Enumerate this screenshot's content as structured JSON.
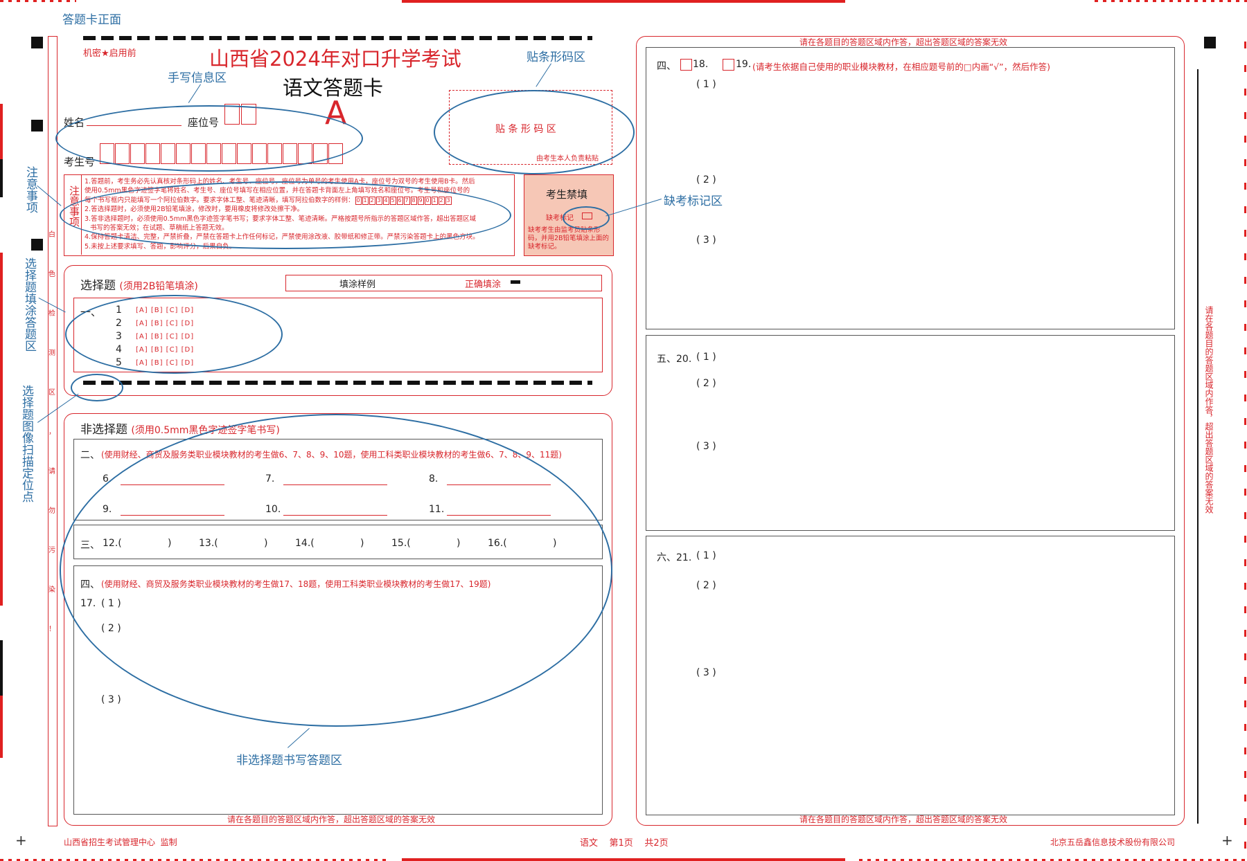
{
  "labels": {
    "front": "答题卡正面",
    "secret": "机密★启用前",
    "exam_title": "山西省2024年对口升学考试",
    "card_title": "语文答题卡",
    "card_type": "A",
    "name": "姓名",
    "seat": "座位号",
    "exam_no": "考生号",
    "barcode": "贴 条 形 码 区",
    "barcode_note": "由考生本人负责粘贴",
    "strip_chars": [
      "白",
      "色",
      "检",
      "测",
      "区",
      "，",
      "请",
      "勿",
      "污",
      "染",
      "！"
    ],
    "right_margin": "请在各题目的答题区域内作答，超出答题区域的答案无效"
  },
  "annotations": {
    "handwrite": "手写信息区",
    "barcode": "贴条形码区",
    "notice": "注意事项",
    "absent": "缺考标记区",
    "choice_area": "选择题填涂答题区",
    "locator": "选择题图像扫描定位点",
    "write_area": "非选择题书写答题区"
  },
  "notice": {
    "label": "注意事项",
    "lines": [
      "1.答题前，考生务必先认真核对条形码上的姓名、考生号、座位号，座位号为单号的考生使用A卡，座位号为双号的考生使用B卡。然后",
      "使用0.5mm黑色字迹签字笔将姓名、考生号、座位号填写在相应位置，并在答题卡背面左上角填写姓名和座位号。考生号和座位号的",
      "每个书写框内只能填写一个阿拉伯数字。要求字体工整、笔迹清晰，填写阿拉伯数字的样例：",
      "2.答选择题时，必须使用2B铅笔填涂，修改时，要用橡皮将修改处擦干净。",
      "3.答非选择题时，必须使用0.5mm黑色字迹签字笔书写；要求字体工整、笔迹清晰。严格按题号所指示的答题区域作答，超出答题区域",
      "书写的答案无效；在试题、草稿纸上答题无效。",
      "4.保持答题卡清洁、完整，严禁折叠，严禁在答题卡上作任何标记，严禁使用涂改液、胶带纸和修正带。严禁污染答题卡上的黑色方块。",
      "5.未按上述要求填写、答题，影响评分，后果自负。"
    ],
    "digits": [
      "0",
      "1",
      "2",
      "3",
      "4",
      "5",
      "6",
      "7",
      "8",
      "9",
      "0",
      "1",
      "2",
      "3"
    ]
  },
  "absent": {
    "title": "考生禁填",
    "mark": "缺考标记",
    "note": "缺考考生由监考员贴条形码，并用2B铅笔填涂上面的缺考标记。"
  },
  "choice": {
    "title": "选择题",
    "instruction": "(须用2B铅笔填涂)",
    "sample_label": "填涂样例",
    "correct_label": "正确填涂",
    "section": "一、",
    "options": "[A] [B] [C] [D]",
    "numbers": [
      "1",
      "2",
      "3",
      "4",
      "5"
    ]
  },
  "nonchoice": {
    "title": "非选择题",
    "instruction": "(须用0.5mm黑色字迹签字笔书写)",
    "sec2_no": "二、",
    "sec2_note": "(使用财经、商贸及服务类职业模块教材的考生做6、7、8、9、10题，使用工科类职业模块教材的考生做6、7、8、9、11题)",
    "blanks": [
      "6.",
      "7.",
      "8.",
      "9.",
      "10.",
      "11."
    ],
    "sec3_no": "三、",
    "sec3_items": [
      "12.(",
      "13.(",
      "14.(",
      "15.(",
      "16.("
    ],
    "close_paren": ")",
    "sec4_no": "四、",
    "sec4_note": "(使用财经、商贸及服务类职业模块教材的考生做17、18题，使用工科类职业模块教材的考生做17、19题)",
    "q17": "17.",
    "parts": [
      "( 1 )",
      "( 2 )",
      "( 3 )"
    ]
  },
  "right": {
    "sec4_no": "四、",
    "q18": "18.",
    "q19": "19.",
    "q19_note": "(请考生依据自己使用的职业模块教材，在相应题号前的□内画“√”，然后作答)",
    "sec5": "五、20.",
    "sec6": "六、21."
  },
  "warning": "请在各题目的答题区域内作答，超出答题区域的答案无效",
  "footer": {
    "left": "山西省招生考试管理中心  监制",
    "center": "语文    第1页    共2页",
    "right": "北京五岳鑫信息技术股份有限公司"
  }
}
